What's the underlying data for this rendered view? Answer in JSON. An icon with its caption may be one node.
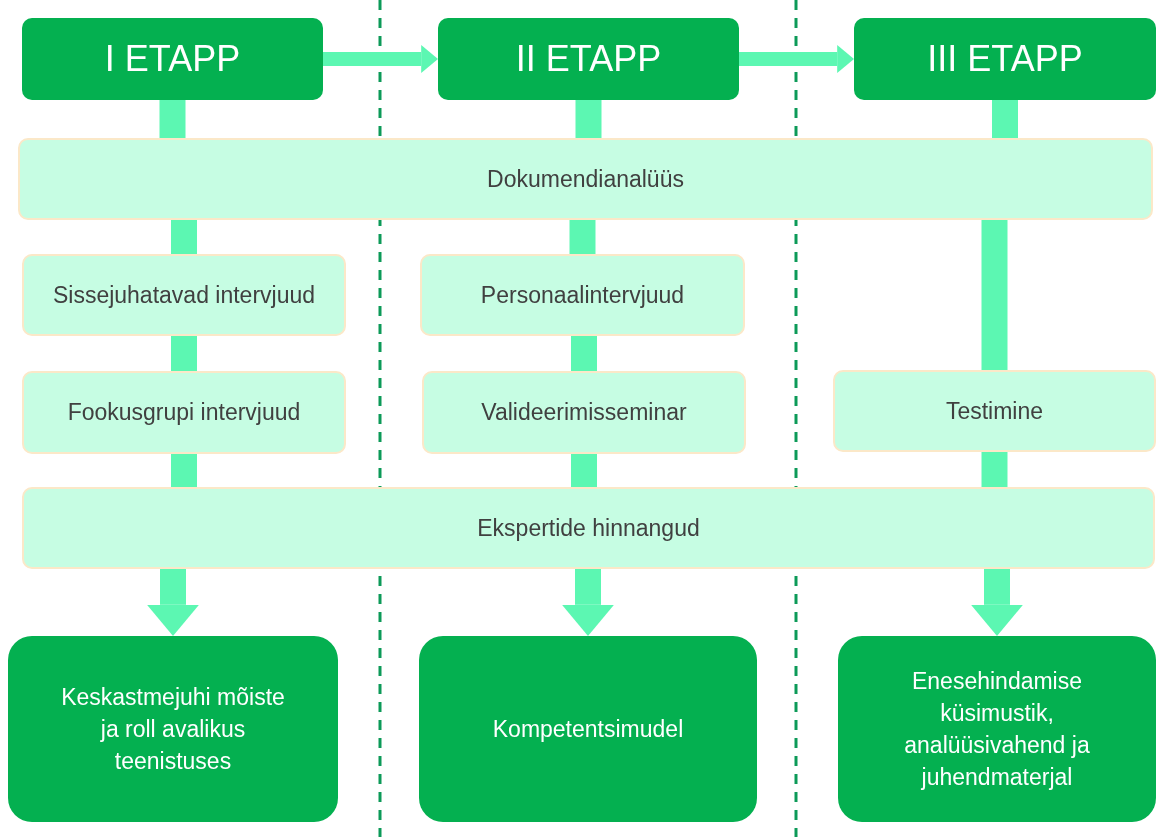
{
  "diagram": {
    "nodes": [
      {
        "text": [
          "I ETAPP"
        ]
      },
      {
        "text": [
          "II ETAPP"
        ]
      },
      {
        "text": [
          "III ETAPP"
        ]
      },
      {
        "text": [
          "Dokumendianalüüs"
        ]
      },
      {
        "text": [
          "Sissejuhatavad intervjuud"
        ]
      },
      {
        "text": [
          "Personaalintervjuud"
        ]
      },
      {
        "text": [
          "Fookusgrupi intervjuud"
        ]
      },
      {
        "text": [
          "Valideerimisseminar"
        ]
      },
      {
        "text": [
          "Testimine"
        ]
      },
      {
        "text": [
          "Ekspertide hinnangud"
        ]
      },
      {
        "text": [
          "Keskastmejuhi mõiste ja roll avalikus teenistuses"
        ]
      },
      {
        "text": [
          "Kompetentsimudel"
        ]
      },
      {
        "text": [
          "Enesehindamise küsimustik, analüüsivahend ja juhendmaterjal"
        ]
      }
    ],
    "edges": [
      {
        "from": 0,
        "to": 1,
        "arrow": "to"
      },
      {
        "from": 1,
        "to": 2,
        "arrow": "to"
      },
      {
        "from": 0,
        "to": 3,
        "arrow": "none"
      },
      {
        "from": 3,
        "to": 4,
        "arrow": "none"
      },
      {
        "from": 4,
        "to": 6,
        "arrow": "none"
      },
      {
        "from": 6,
        "to": 9,
        "arrow": "none"
      },
      {
        "from": 9,
        "to": 10,
        "arrow": "to"
      },
      {
        "from": 1,
        "to": 3,
        "arrow": "none"
      },
      {
        "from": 3,
        "to": 5,
        "arrow": "none"
      },
      {
        "from": 5,
        "to": 7,
        "arrow": "none"
      },
      {
        "from": 7,
        "to": 9,
        "arrow": "none"
      },
      {
        "from": 9,
        "to": 11,
        "arrow": "to"
      },
      {
        "from": 2,
        "to": 3,
        "arrow": "none"
      },
      {
        "from": 3,
        "to": 8,
        "arrow": "none"
      },
      {
        "from": 8,
        "to": 9,
        "arrow": "none"
      },
      {
        "from": 9,
        "to": 12,
        "arrow": "to"
      }
    ]
  }
}
